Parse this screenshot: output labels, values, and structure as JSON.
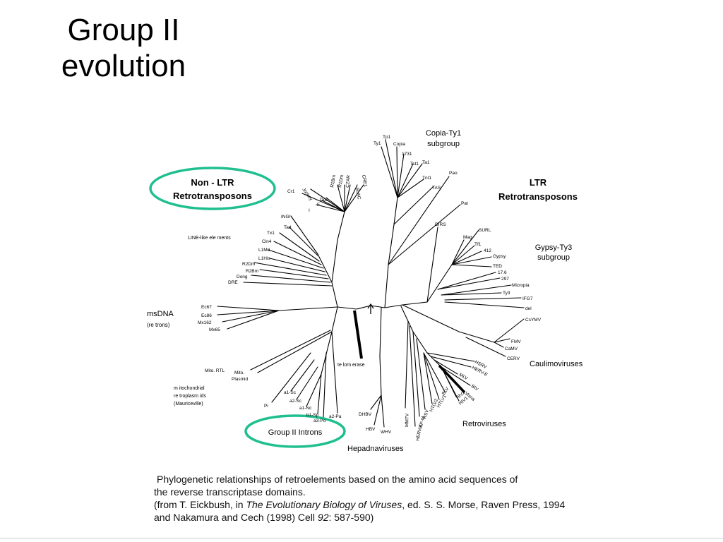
{
  "title": {
    "line1": "Group II",
    "line2": "evolution"
  },
  "callouts": {
    "non_ltr_line1": "Non - LTR",
    "non_ltr_line2": "Retrotransposons",
    "group2_introns": "Group II Introns",
    "oval_color": "#1fbf8f"
  },
  "groups": {
    "ltr_line1": "LTR",
    "ltr_line2": "Retrotransposons",
    "copia_line1": "Copia-Ty1",
    "copia_line2": "subgroup",
    "gypsy_line1": "Gypsy-Ty3",
    "gypsy_line2": "subgroup",
    "caulimoviruses": "Caulimoviruses",
    "retroviruses": "Retroviruses",
    "hepadnaviruses": "Hepadnaviruses",
    "msdna": "msDNA",
    "retrons": "(re trons)",
    "line_like": "LINE-like ele ments",
    "mito_line1": "m itochondrial",
    "mito_line2": "re troplasm ids",
    "mito_line3": "(Mauriceville)",
    "telomerase": "te lom erase"
  },
  "taxa": {
    "ty1": "Ty1",
    "tp1": "Tp1",
    "copia": "Copia",
    "n1731": "1731",
    "tst1": "Tst1",
    "ta1": "Ta1",
    "tnt1": "Tnt1",
    "tas": "TAS",
    "pao": "Pao",
    "pat": "Pat",
    "dirs": "DIRS",
    "surl": "SURL",
    "mag": "Mag",
    "tf1": "Tf1",
    "n412": "412",
    "gypsy": "Gypsy",
    "ted": "TED",
    "n176": "17.6",
    "n297": "297",
    "micropia": "Micropia",
    "ty3": "Ty3",
    "ifg7": "IFG7",
    "del": "del",
    "csymv": "CsYMV",
    "fmv": "FMV",
    "camv": "CaMV",
    "cerv": "CERV",
    "hsrv": "HSRV",
    "herve": "HERV-E",
    "mlv": "MLV",
    "biv": "BIV",
    "visna": "Visna",
    "hiv2": "HIV2",
    "hiv1": "HIV1",
    "blv": "BLV",
    "htlv1": "HTLV1",
    "htlv2": "HTLV2",
    "rsv": "RSV",
    "iapm": "IAP-M",
    "hervk": "HERV-K",
    "mmtv": "MMTV",
    "dhbv": "DHBV",
    "hbv": "HBV",
    "whv": "WHV",
    "pi": "Pi",
    "a1sc": "a1-Sc",
    "a2sc": "a2-Sc",
    "a1nc": "a1-Nc",
    "b1sp": "b1-Sp",
    "a3po": "a3-Po",
    "a2pa": "a2-Pa",
    "mito_rtl": "Mito. RTL",
    "mito_pl1": "Mito.",
    "mito_pl2": "Plasmid",
    "ec67": "Ec67",
    "ec86": "Ec86",
    "mx162": "Mx162",
    "mx65": "Mx65",
    "cr1": "Cr1",
    "jockey": "Jockey",
    "i": "I",
    "f": "F",
    "doc": "Doc",
    "r1bm": "R1Bm",
    "r1dm": "R1Dm",
    "czar": "CZAR",
    "slac": "SLAC",
    "cre1": "CRE1",
    "ingi": "INGI",
    "tad": "Tad",
    "tx1": "Tx1",
    "cin4": "Cin4",
    "l1md": "L1Md",
    "l1hs": "L1His",
    "r2dm": "R2Dm",
    "r2bm": "R2Bm",
    "dong": "Dong",
    "dre": "DRE"
  },
  "caption": {
    "line1": "Phylogenetic relationships of retroelements based on the amino acid sequences of",
    "line2": "the reverse transcriptase domains.",
    "line3_pre": "(from T. Eickbush, in ",
    "line3_italic": "The Evolutionary Biology of Viruses",
    "line3_post": ", ed. S. S. Morse, Raven Press, 1994",
    "line4_pre": "and Nakamura and Cech (1998) Cell ",
    "line4_italic": "92",
    "line4_post": ": 587-590)"
  }
}
